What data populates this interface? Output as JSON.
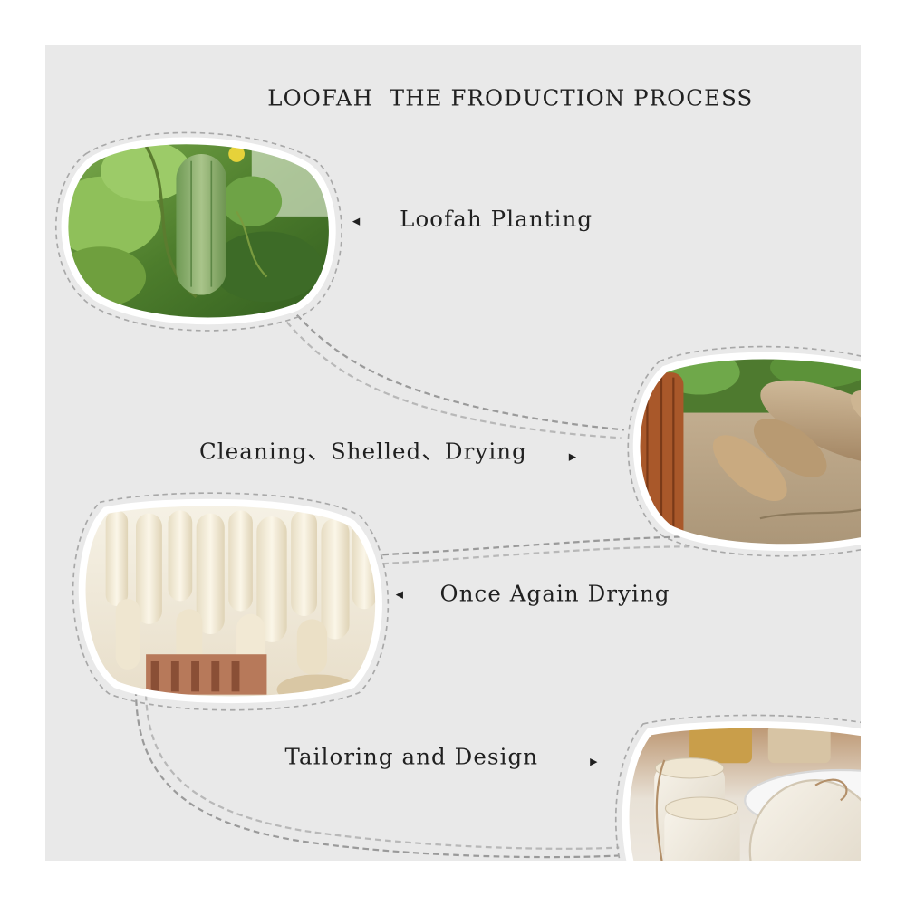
{
  "title": "LOOFAH  THE FRODUCTION PROCESS",
  "steps": [
    {
      "label": "Loofah Planting",
      "arrow": "◂",
      "photo": "loofah-vine-photo"
    },
    {
      "label": "Cleaning、Shelled、Drying",
      "arrow": "▸",
      "photo": "dried-loofah-photo"
    },
    {
      "label": "Once Again Drying",
      "arrow": "◂",
      "photo": "hanging-loofah-photo"
    },
    {
      "label": "Tailoring and Design",
      "arrow": "▸",
      "photo": "loofah-pads-photo"
    }
  ],
  "colors": {
    "background": "#e9e9e9",
    "connector": "#9a9a9a",
    "frame": "#ffffff",
    "text": "#202020"
  }
}
